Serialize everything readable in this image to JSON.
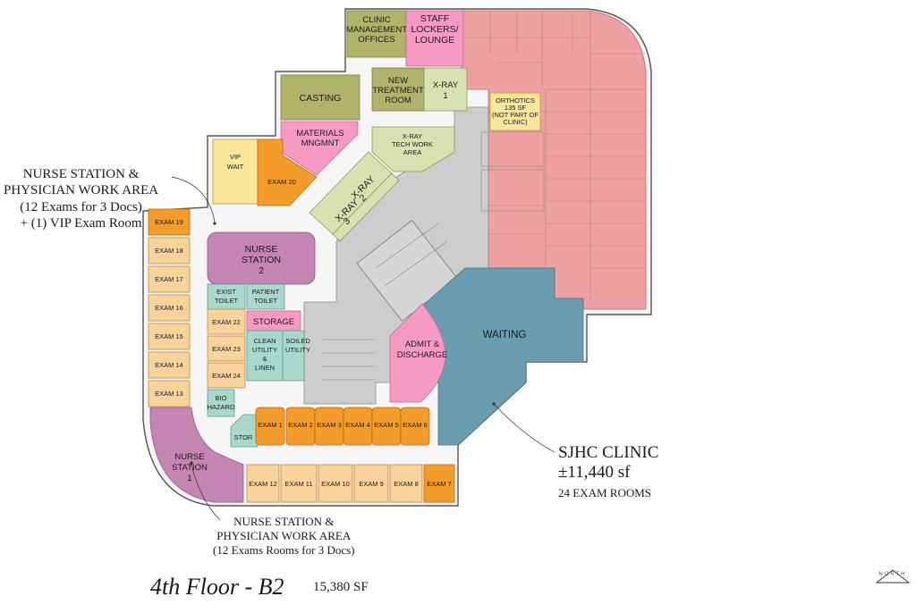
{
  "plan": {
    "clinic_name": "SJHC CLINIC",
    "clinic_area": "±11,440 sf",
    "exam_count": "24 EXAM ROOMS",
    "floor_title": "4th Floor - B2",
    "floor_area": "15,380 SF",
    "north_label": "NORTH"
  },
  "annotations": {
    "upper": [
      "NURSE STATION &",
      "PHYSICIAN WORK AREA",
      "(12 Exams for 3 Docs)",
      "+ (1) VIP Exam Room"
    ],
    "lower": [
      "NURSE STATION &",
      "PHYSICIAN WORK AREA",
      "(12 Exams Rooms for 3 Docs)"
    ]
  },
  "rooms": {
    "clinic_mgmt": [
      "CLINIC",
      "MANAGEMENT",
      "OFFICES"
    ],
    "staff_lockers": [
      "STAFF",
      "LOCKERS/",
      "LOUNGE"
    ],
    "casting": [
      "CASTING"
    ],
    "new_treatment": [
      "NEW",
      "TREATMENT",
      "ROOM"
    ],
    "xray1": [
      "X-RAY",
      "1"
    ],
    "orthotics": [
      "ORTHOTICS",
      "135 SF",
      "(NOT PART OF",
      "CLINIC)"
    ],
    "materials": [
      "MATERIALS",
      "MNGMNT"
    ],
    "xray_tech": [
      "X-RAY",
      "TECH WORK",
      "AREA"
    ],
    "vip_wait": [
      "VIP",
      "WAIT"
    ],
    "exam20": [
      "EXAM 20"
    ],
    "xray2": [
      "X-RAY",
      "2"
    ],
    "xray3": [
      "X-RAY",
      "3"
    ],
    "nurse2": [
      "NURSE",
      "STATION",
      "2"
    ],
    "exist_toilet": [
      "EXIST",
      "TOILET"
    ],
    "patient_toilet": [
      "PATIENT",
      "TOILET"
    ],
    "storage": [
      "STORAGE"
    ],
    "clean_utility": [
      "CLEAN",
      "UTILITY",
      "&",
      "LINEN"
    ],
    "soiled_utility": [
      "SOILED",
      "UTILITY"
    ],
    "bio_hazard": [
      "BIO",
      "HAZARD"
    ],
    "stor": [
      "STOR"
    ],
    "admit": [
      "ADMIT &",
      "DISCHARGE"
    ],
    "waiting": [
      "WAITING"
    ],
    "nurse1": [
      "NURSE",
      "STATION",
      "1"
    ],
    "exam1": [
      "EXAM 1"
    ],
    "exam2": [
      "EXAM 2"
    ],
    "exam3": [
      "EXAM 3"
    ],
    "exam4": [
      "EXAM 4"
    ],
    "exam5": [
      "EXAM 5"
    ],
    "exam6": [
      "EXAM 6"
    ],
    "exam7": [
      "EXAM 7"
    ],
    "exam8": [
      "EXAM 8"
    ],
    "exam9": [
      "EXAM 9"
    ],
    "exam10": [
      "EXAM 10"
    ],
    "exam11": [
      "EXAM 11"
    ],
    "exam12": [
      "EXAM 12"
    ],
    "exam13": [
      "EXAM 13"
    ],
    "exam14": [
      "EXAM 14"
    ],
    "exam15": [
      "EXAM 15"
    ],
    "exam16": [
      "EXAM 16"
    ],
    "exam17": [
      "EXAM 17"
    ],
    "exam18": [
      "EXAM 18"
    ],
    "exam19": [
      "EXAM 19"
    ],
    "exam22": [
      "EXAM 22"
    ],
    "exam23": [
      "EXAM 23"
    ],
    "exam24": [
      "EXAM 24"
    ]
  },
  "colors": {
    "pink_wing": "#efa1a2",
    "waiting_blue": "#6a9db0",
    "nurse_purple": "#c585b2",
    "exam_orange": "#f39c2b",
    "exam_light": "#fad39c",
    "teal": "#a9d8cd",
    "olive": "#b1b36b",
    "light_green": "#d8e1b0",
    "magenta": "#f69ac4",
    "core_grey": "#cdcdcd",
    "yellow": "#fce79a"
  }
}
